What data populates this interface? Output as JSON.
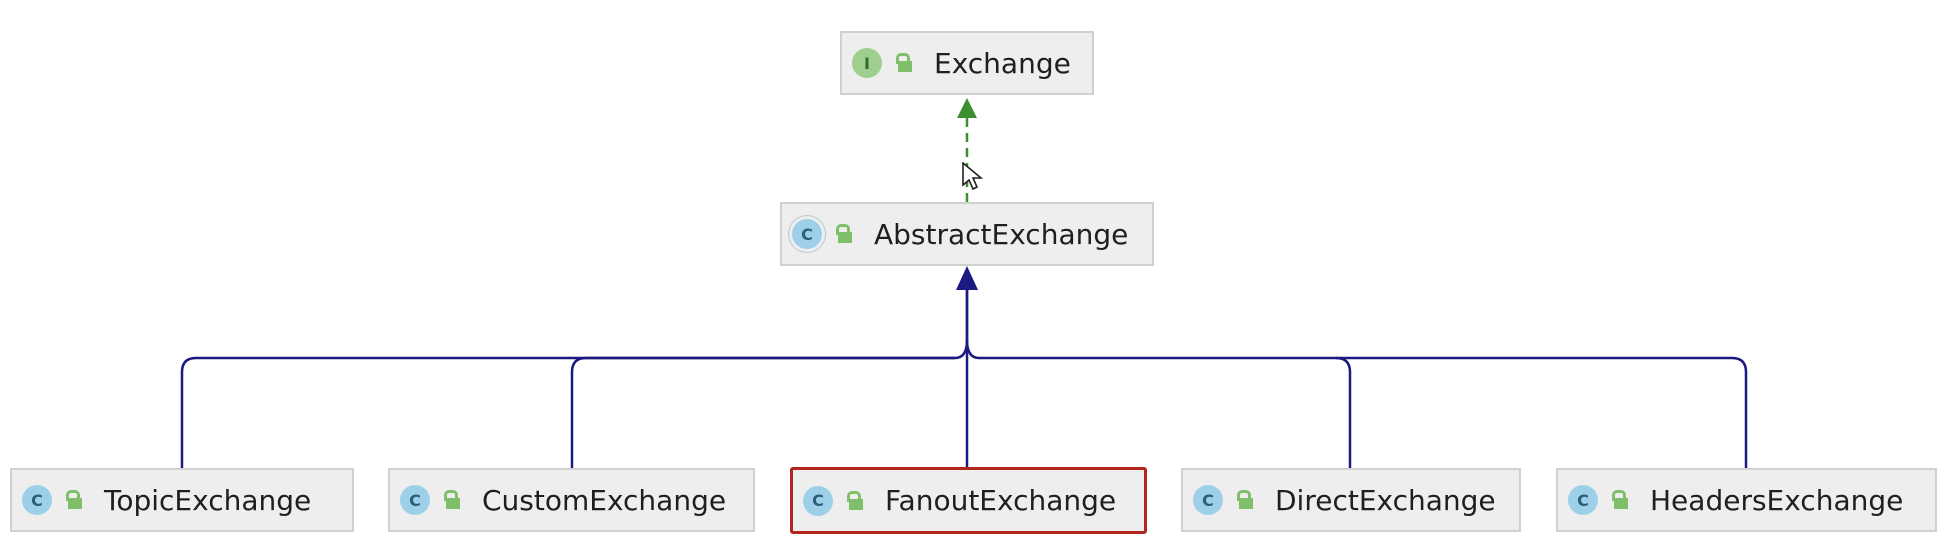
{
  "nodes": [
    {
      "id": "exchange",
      "label": "Exchange",
      "kind": "interface",
      "badge": "I"
    },
    {
      "id": "abstract-exchange",
      "label": "AbstractExchange",
      "kind": "abstract",
      "badge": "C"
    },
    {
      "id": "topic-exchange",
      "label": "TopicExchange",
      "kind": "class",
      "badge": "C"
    },
    {
      "id": "custom-exchange",
      "label": "CustomExchange",
      "kind": "class",
      "badge": "C"
    },
    {
      "id": "fanout-exchange",
      "label": "FanoutExchange",
      "kind": "class",
      "badge": "C",
      "selected": true
    },
    {
      "id": "direct-exchange",
      "label": "DirectExchange",
      "kind": "class",
      "badge": "C"
    },
    {
      "id": "headers-exchange",
      "label": "HeadersExchange",
      "kind": "class",
      "badge": "C"
    }
  ],
  "edges": [
    {
      "from": "abstract-exchange",
      "to": "exchange",
      "type": "implements",
      "color": "#3a8f2e"
    },
    {
      "from": "topic-exchange",
      "to": "abstract-exchange",
      "type": "extends",
      "color": "#1a1a80"
    },
    {
      "from": "custom-exchange",
      "to": "abstract-exchange",
      "type": "extends",
      "color": "#1a1a80"
    },
    {
      "from": "fanout-exchange",
      "to": "abstract-exchange",
      "type": "extends",
      "color": "#1a1a80"
    },
    {
      "from": "direct-exchange",
      "to": "abstract-exchange",
      "type": "extends",
      "color": "#1a1a80"
    },
    {
      "from": "headers-exchange",
      "to": "abstract-exchange",
      "type": "extends",
      "color": "#1a1a80"
    }
  ],
  "colors": {
    "implements_edge": "#3a8f2e",
    "extends_edge": "#1a1a80",
    "selected_border": "#b3261e",
    "node_fill": "#eeeeee"
  }
}
